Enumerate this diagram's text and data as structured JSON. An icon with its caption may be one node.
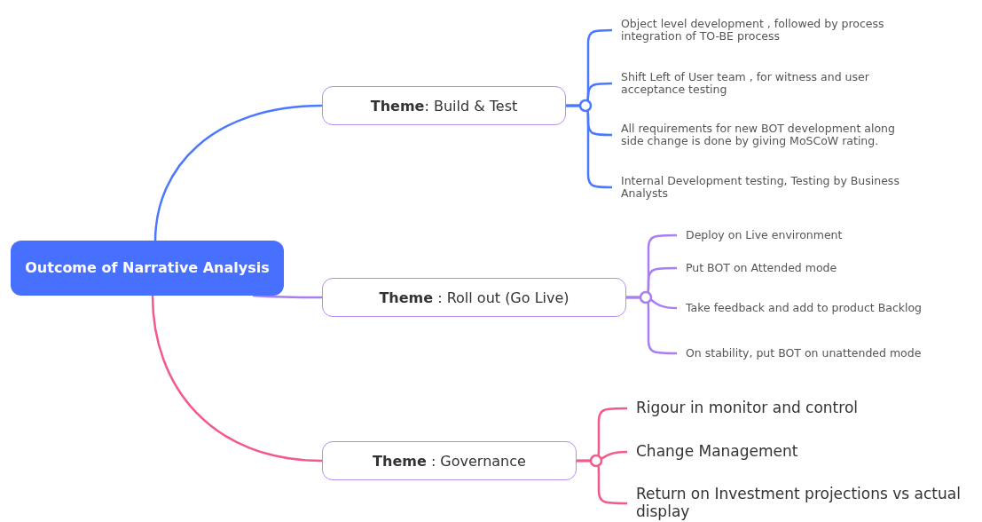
{
  "diagram": {
    "nodes": [
      {
        "text": [
          "Outcome of Narrative Analysis"
        ]
      },
      {
        "text": [
          "**Theme**: Build & Test"
        ]
      },
      {
        "text": [
          "Object level development , followed by process integration of TO-BE process"
        ]
      },
      {
        "text": [
          "Shift Left of User team , for witness and user acceptance testing"
        ]
      },
      {
        "text": [
          "All requirements for new BOT development along side change is done by giving MoSCoW rating."
        ]
      },
      {
        "text": [
          "Internal Development testing, Testing by Business Analysts"
        ]
      },
      {
        "text": [
          "**Theme** : Roll out (Go Live)"
        ]
      },
      {
        "text": [
          "Deploy on Live environment"
        ]
      },
      {
        "text": [
          "Put BOT on Attended mode"
        ]
      },
      {
        "text": [
          "Take feedback and add to product Backlog"
        ]
      },
      {
        "text": [
          "On stability, put BOT on unattended mode"
        ]
      },
      {
        "text": [
          "**Theme** : Governance"
        ]
      },
      {
        "text": [
          "Rigour in monitor and control"
        ]
      },
      {
        "text": [
          "Change Management"
        ]
      },
      {
        "text": [
          "Return on Investment projections vs actual display"
        ]
      }
    ],
    "edges": [
      {
        "from": 0,
        "to": 1,
        "arrow": "none",
        "color": "#4a78ff"
      },
      {
        "from": 1,
        "to": 2,
        "arrow": "none",
        "color": "#4a78ff"
      },
      {
        "from": 1,
        "to": 3,
        "arrow": "none",
        "color": "#4a78ff"
      },
      {
        "from": 1,
        "to": 4,
        "arrow": "none",
        "color": "#4a78ff"
      },
      {
        "from": 1,
        "to": 5,
        "arrow": "none",
        "color": "#4a78ff"
      },
      {
        "from": 0,
        "to": 6,
        "arrow": "none",
        "color": "#a97ff0"
      },
      {
        "from": 6,
        "to": 7,
        "arrow": "none",
        "color": "#a97ff0"
      },
      {
        "from": 6,
        "to": 8,
        "arrow": "none",
        "color": "#a97ff0"
      },
      {
        "from": 6,
        "to": 9,
        "arrow": "none",
        "color": "#a97ff0"
      },
      {
        "from": 6,
        "to": 10,
        "arrow": "none",
        "color": "#a97ff0"
      },
      {
        "from": 0,
        "to": 11,
        "arrow": "none",
        "color": "#f25a8a"
      },
      {
        "from": 11,
        "to": 12,
        "arrow": "none",
        "color": "#f25a8a"
      },
      {
        "from": 11,
        "to": 13,
        "arrow": "none",
        "color": "#f25a8a"
      },
      {
        "from": 11,
        "to": 14,
        "arrow": "none",
        "color": "#f25a8a"
      }
    ]
  }
}
